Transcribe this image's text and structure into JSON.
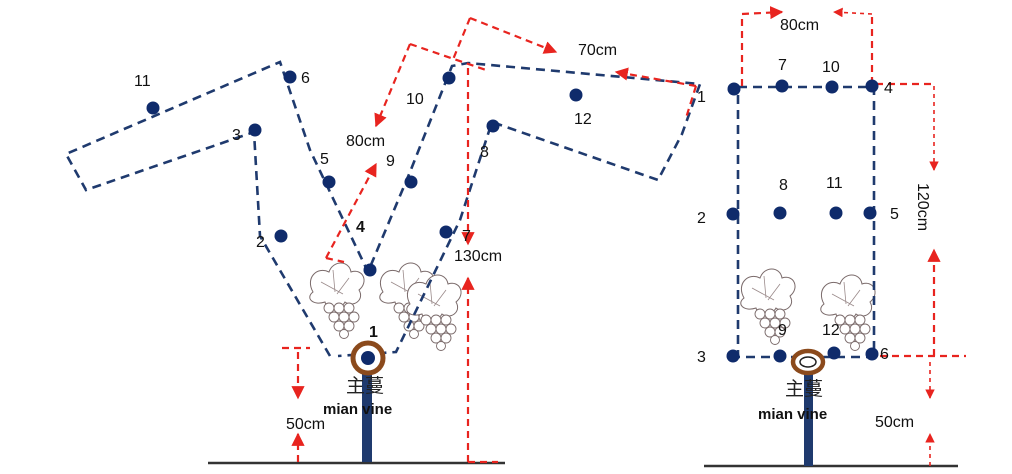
{
  "left": {
    "dimensions": {
      "top_width": "70cm",
      "arm_width": "80cm",
      "height": "130cm",
      "base_height": "50cm"
    },
    "bud_numbers": [
      "1",
      "2",
      "3",
      "4",
      "5",
      "6",
      "7",
      "8",
      "9",
      "10",
      "11",
      "12"
    ],
    "trunk_label_cn": "主蔓",
    "trunk_label_en": "mian vine"
  },
  "right": {
    "dimensions": {
      "top_width": "80cm",
      "height": "120cm",
      "base_height": "50cm"
    },
    "bud_numbers": [
      "1",
      "2",
      "3",
      "4",
      "5",
      "6",
      "7",
      "8",
      "9",
      "10",
      "11",
      "12"
    ],
    "trunk_label_cn": "主蔓",
    "trunk_label_en": "mian vine"
  },
  "colors": {
    "frame": "#1f3a6e",
    "dimension": "#e8241f",
    "bud": "#0f2b6b",
    "trunk_ring": "#8b4a1c"
  }
}
